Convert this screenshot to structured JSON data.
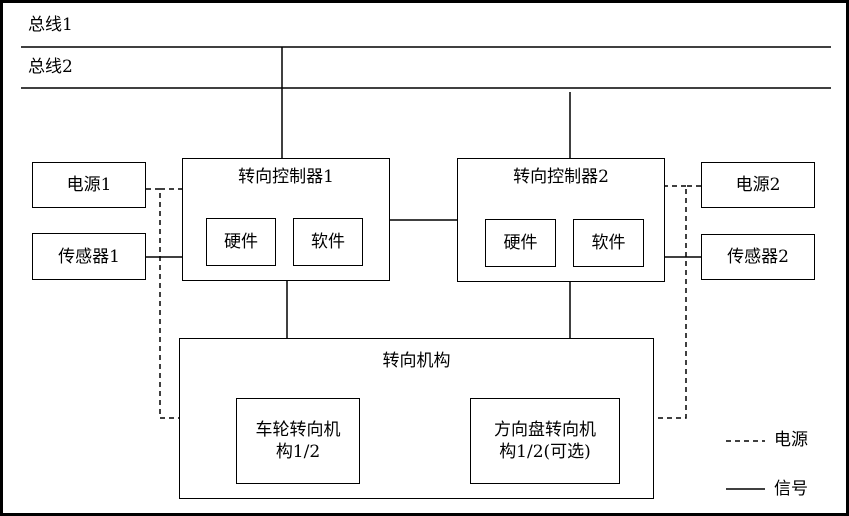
{
  "bus": {
    "line1": "总线1",
    "line2": "总线2"
  },
  "power1": "电源1",
  "power2": "电源2",
  "sensor1": "传感器1",
  "sensor2": "传感器2",
  "controller1": {
    "title": "转向控制器1",
    "hardware": "硬件",
    "software": "软件"
  },
  "controller2": {
    "title": "转向控制器2",
    "hardware": "硬件",
    "software": "软件"
  },
  "mechanism": {
    "title": "转向机构",
    "wheel_line1": "车轮转向机",
    "wheel_line2": "构1/2",
    "steering_line1": "方向盘转向机",
    "steering_line2": "构1/2(可选)"
  },
  "legend": {
    "power": "电源",
    "signal": "信号"
  }
}
